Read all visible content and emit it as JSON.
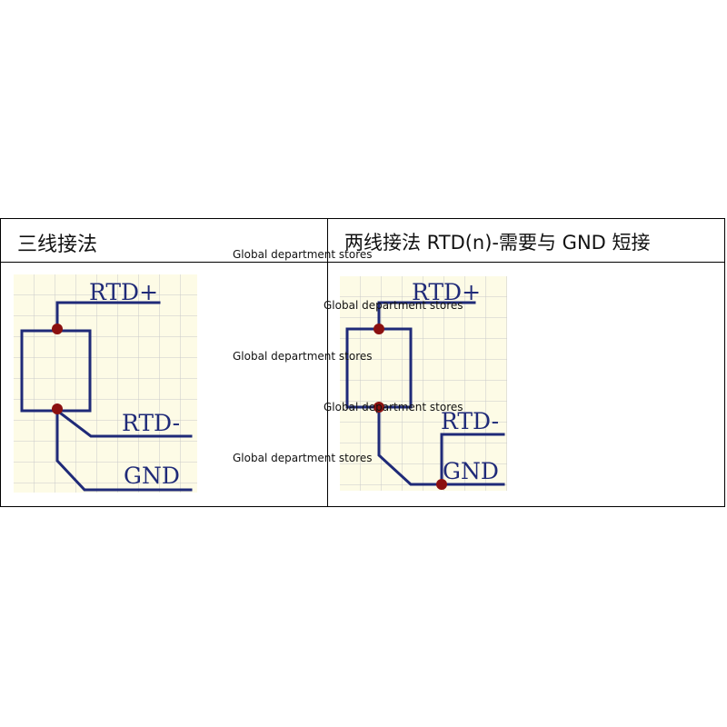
{
  "table": {
    "header_left": "三线接法",
    "header_right": "两线接法 RTD(n)-需要与 GND 短接"
  },
  "three_wire": {
    "labels": {
      "rtd_plus": "RTD+",
      "rtd_minus": "RTD-",
      "gnd": "GND"
    }
  },
  "two_wire": {
    "labels": {
      "rtd_plus": "RTD+",
      "rtd_minus": "RTD-",
      "gnd": "GND"
    }
  },
  "watermark": {
    "text": "Global department stores"
  },
  "colors": {
    "grid_bg": "#fdfbe6",
    "grid_line": "#c9c9c9",
    "trace": "#1f2a78",
    "junction": "#8b1010"
  }
}
